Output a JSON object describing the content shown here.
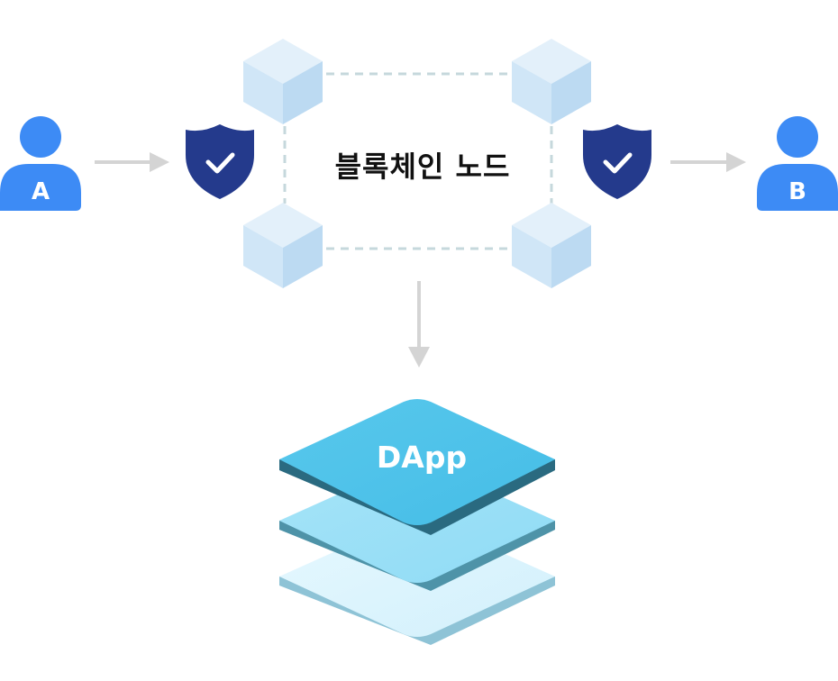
{
  "user_a": {
    "letter": "A"
  },
  "user_b": {
    "letter": "B"
  },
  "blockchain": {
    "label": "블록체인 노드"
  },
  "dapp": {
    "label": "DApp"
  },
  "colors": {
    "user": "#3d8bf5",
    "shield": "#243a8c",
    "arrow": "#d4d4d4",
    "cube_top": "#e3f0fa",
    "cube_left": "#d0e6f7",
    "cube_right": "#bcdaf2",
    "dashed_line": "#c6d8dc",
    "layer_top": "#4fc3ea",
    "layer_middle": "#9de1f7",
    "layer_bottom": "#dcf4fd"
  }
}
